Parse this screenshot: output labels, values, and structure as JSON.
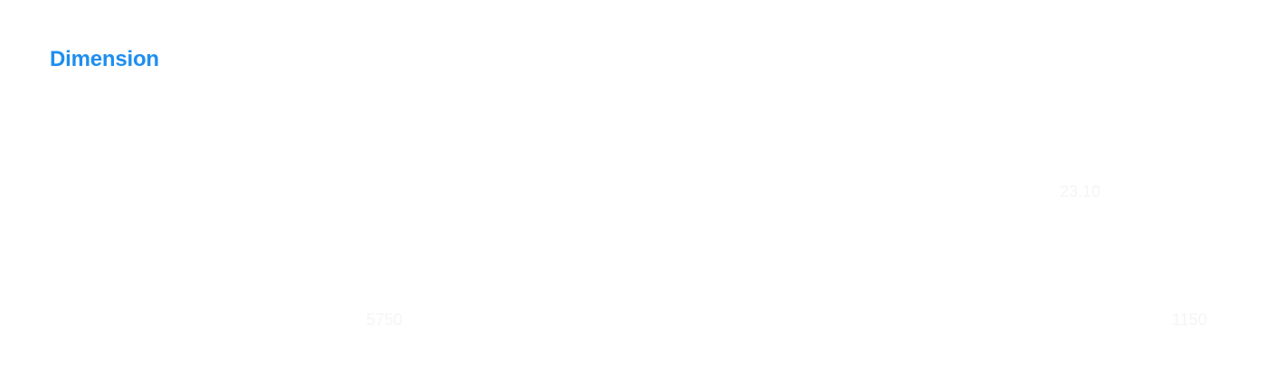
{
  "section": {
    "title": "Dimension"
  },
  "dimensions": {
    "top_value": "23.10",
    "bottom_left_value": "5750",
    "bottom_right_value": "1150"
  },
  "colors": {
    "title": "#1e8ef0",
    "faint_text": "#f4f5f7",
    "background": "#ffffff"
  }
}
